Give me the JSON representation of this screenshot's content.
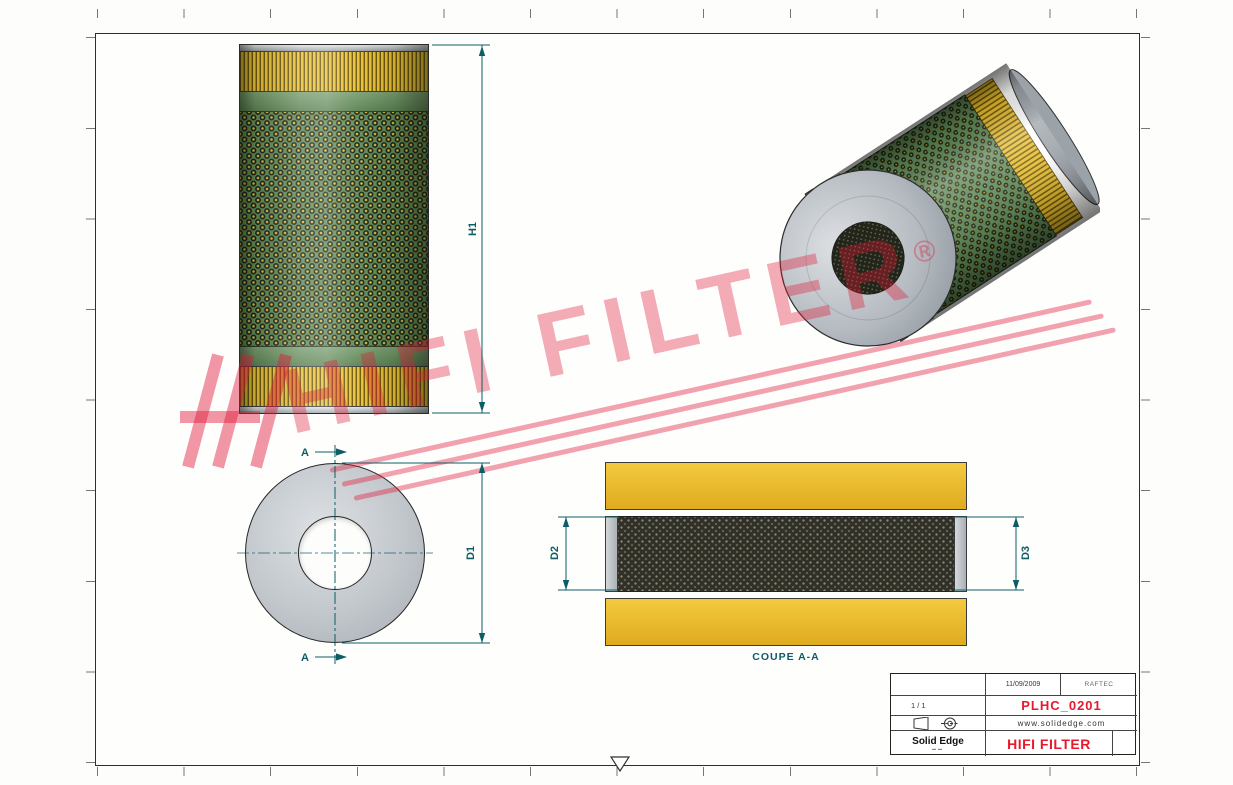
{
  "watermark": {
    "text": "HIFI FILTER",
    "registered_mark": "®"
  },
  "views": {
    "section_label": "COUPE A-A",
    "dim_h1": "H1",
    "dim_d1": "D1",
    "dim_d2": "D2",
    "dim_d3": "D3",
    "cut_mark_top": "A",
    "cut_mark_bottom": "A"
  },
  "title_block": {
    "date": "11/09/2009",
    "author": "RAFTEC",
    "scale": "1 / 1",
    "part_number": "PLHC_0201",
    "website": "www.solidedge.com",
    "cad_brand": "Solid Edge",
    "company": "HIFI FILTER"
  },
  "colors": {
    "dimension_teal": "#0d5c66",
    "watermark_red": "#e01a36",
    "title_red": "#e8192c",
    "filter_green": "#5d8755",
    "pleat_gold": "#e4bc2e",
    "endcap_gray": "#b4bac0"
  }
}
